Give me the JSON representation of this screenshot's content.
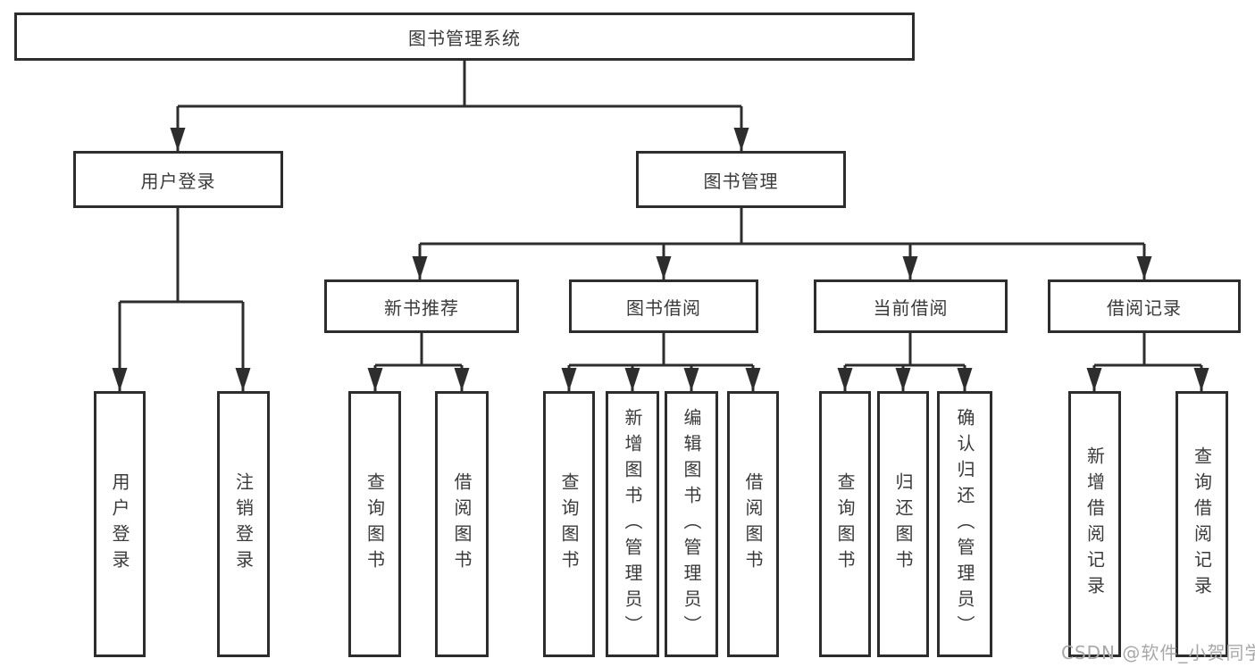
{
  "diagram_title": "图书管理系统",
  "tree": {
    "label": "图书管理系统",
    "children": [
      {
        "label": "用户登录",
        "children": [
          {
            "label": "用户登录"
          },
          {
            "label": "注销登录"
          }
        ]
      },
      {
        "label": "图书管理",
        "children": [
          {
            "label": "新书推荐",
            "children": [
              {
                "label": "查询图书"
              },
              {
                "label": "借阅图书"
              }
            ]
          },
          {
            "label": "图书借阅",
            "children": [
              {
                "label": "查询图书"
              },
              {
                "label": "新增图书（管理员）"
              },
              {
                "label": "编辑图书（管理员）"
              },
              {
                "label": "借阅图书"
              }
            ]
          },
          {
            "label": "当前借阅",
            "children": [
              {
                "label": "查询图书"
              },
              {
                "label": "归还图书"
              },
              {
                "label": "确认归还（管理员）"
              }
            ]
          },
          {
            "label": "借阅记录",
            "children": [
              {
                "label": "新增借阅记录"
              },
              {
                "label": "查询借阅记录"
              }
            ]
          }
        ]
      }
    ]
  },
  "watermark": "CSDN @软件_小贺同学",
  "colors": {
    "background": "#ffffff",
    "line": "#2d2d2d",
    "box_border": "#2d2d2d",
    "box_fill": "#ffffff",
    "text": "#3a3a3a",
    "watermark": "#a8a8a8"
  }
}
